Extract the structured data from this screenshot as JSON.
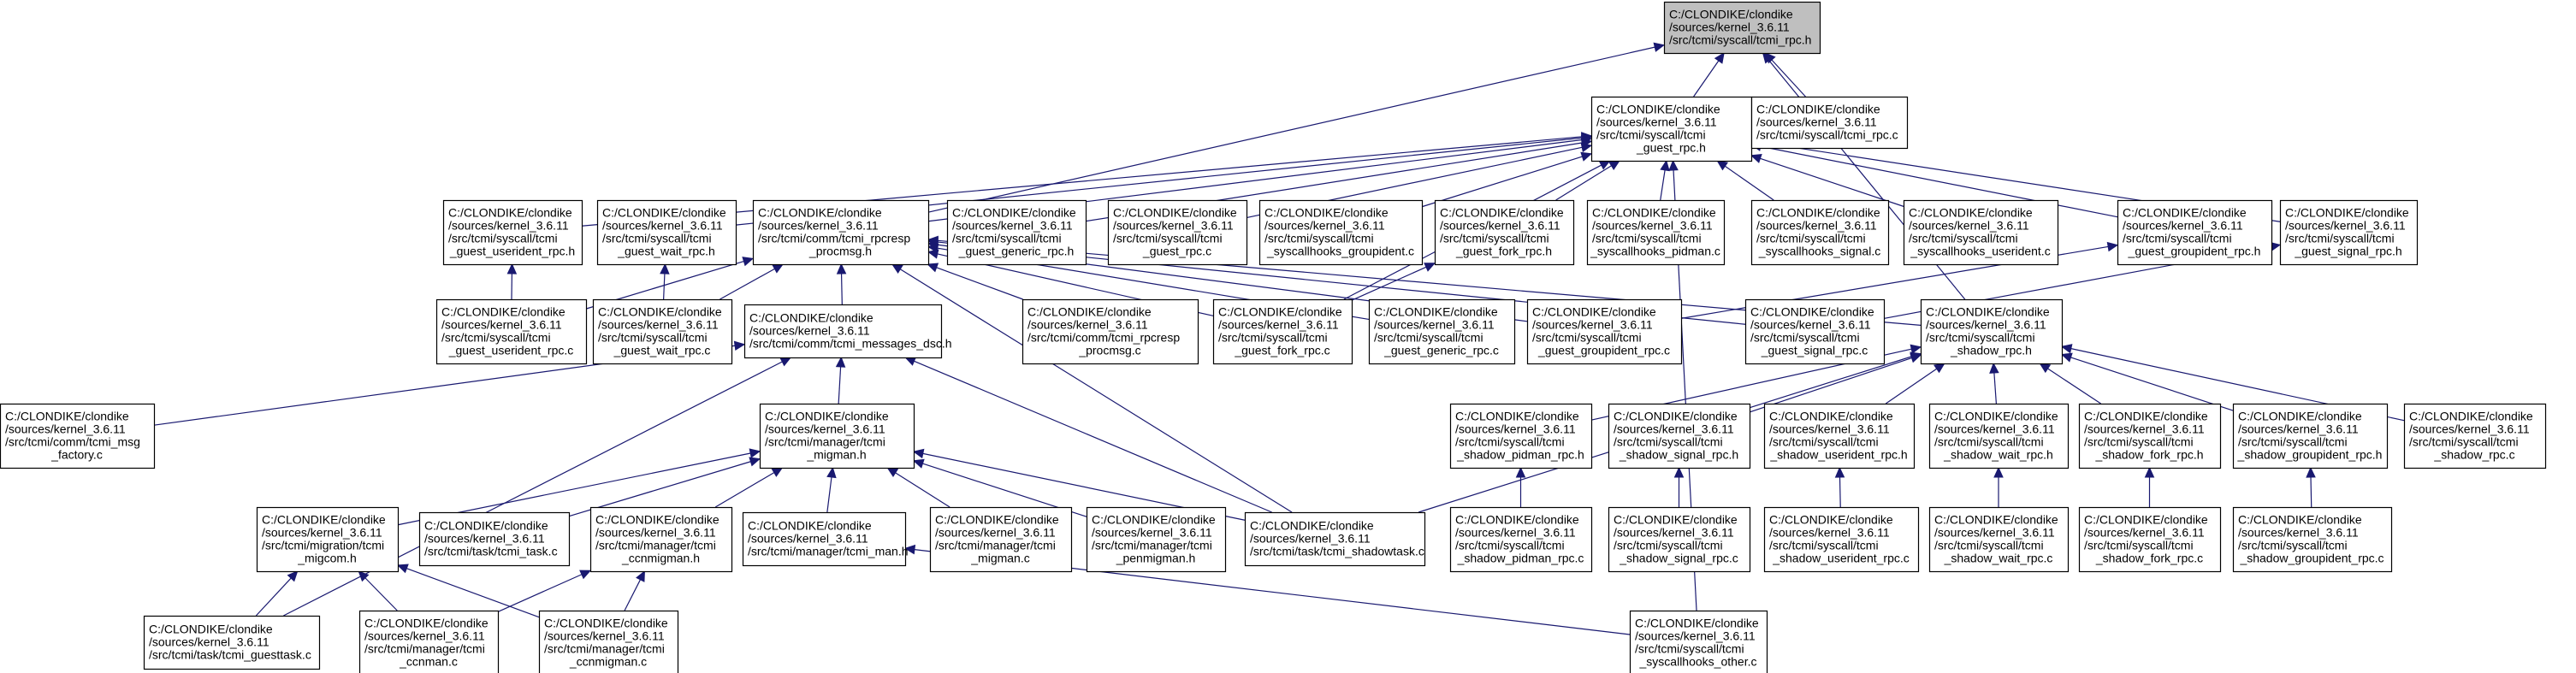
{
  "graph": {
    "colors": {
      "edge": "#191970",
      "root_fill": "#bfbfbf",
      "node_fill": "#ffffff",
      "node_border": "#000000",
      "incomplete_border": "#ff0000"
    },
    "nodes": [
      {
        "id": "root",
        "lines": [
          "C:/CLONDIKE/clondike",
          "/sources/kernel_3.6.11",
          "/src/tcmi/syscall/tcmi_rpc.h"
        ],
        "style": "root"
      },
      {
        "id": "guest_rpc_h",
        "lines": [
          "C:/CLONDIKE/clondike",
          "/sources/kernel_3.6.11",
          "/src/tcmi/syscall/tcmi",
          "_guest_rpc.h"
        ]
      },
      {
        "id": "tcmi_rpc_c",
        "lines": [
          "C:/CLONDIKE/clondike",
          "/sources/kernel_3.6.11",
          "/src/tcmi/syscall/tcmi_rpc.c"
        ]
      },
      {
        "id": "guest_userident_rpc_h",
        "lines": [
          "C:/CLONDIKE/clondike",
          "/sources/kernel_3.6.11",
          "/src/tcmi/syscall/tcmi",
          "_guest_userident_rpc.h"
        ]
      },
      {
        "id": "guest_wait_rpc_h",
        "lines": [
          "C:/CLONDIKE/clondike",
          "/sources/kernel_3.6.11",
          "/src/tcmi/syscall/tcmi",
          "_guest_wait_rpc.h"
        ]
      },
      {
        "id": "rpcresp_procmsg_h",
        "lines": [
          "C:/CLONDIKE/clondike",
          "/sources/kernel_3.6.11",
          "/src/tcmi/comm/tcmi_rpcresp",
          "_procmsg.h"
        ]
      },
      {
        "id": "guest_generic_rpc_h",
        "lines": [
          "C:/CLONDIKE/clondike",
          "/sources/kernel_3.6.11",
          "/src/tcmi/syscall/tcmi",
          "_guest_generic_rpc.h"
        ]
      },
      {
        "id": "guest_rpc_c",
        "lines": [
          "C:/CLONDIKE/clondike",
          "/sources/kernel_3.6.11",
          "/src/tcmi/syscall/tcmi",
          "_guest_rpc.c"
        ]
      },
      {
        "id": "syscallhooks_groupident_c",
        "lines": [
          "C:/CLONDIKE/clondike",
          "/sources/kernel_3.6.11",
          "/src/tcmi/syscall/tcmi",
          "_syscallhooks_groupident.c"
        ]
      },
      {
        "id": "guest_fork_rpc_h",
        "lines": [
          "C:/CLONDIKE/clondike",
          "/sources/kernel_3.6.11",
          "/src/tcmi/syscall/tcmi",
          "_guest_fork_rpc.h"
        ]
      },
      {
        "id": "syscallhooks_pidman_c",
        "lines": [
          "C:/CLONDIKE/clondike",
          "/sources/kernel_3.6.11",
          "/src/tcmi/syscall/tcmi",
          "_syscallhooks_pidman.c"
        ]
      },
      {
        "id": "syscallhooks_signal_c",
        "lines": [
          "C:/CLONDIKE/clondike",
          "/sources/kernel_3.6.11",
          "/src/tcmi/syscall/tcmi",
          "_syscallhooks_signal.c"
        ]
      },
      {
        "id": "syscallhooks_userident_c",
        "lines": [
          "C:/CLONDIKE/clondike",
          "/sources/kernel_3.6.11",
          "/src/tcmi/syscall/tcmi",
          "_syscallhooks_userident.c"
        ]
      },
      {
        "id": "guest_groupident_rpc_h",
        "lines": [
          "C:/CLONDIKE/clondike",
          "/sources/kernel_3.6.11",
          "/src/tcmi/syscall/tcmi",
          "_guest_groupident_rpc.h"
        ]
      },
      {
        "id": "guest_signal_rpc_h",
        "lines": [
          "C:/CLONDIKE/clondike",
          "/sources/kernel_3.6.11",
          "/src/tcmi/syscall/tcmi",
          "_guest_signal_rpc.h"
        ]
      },
      {
        "id": "guest_userident_rpc_c",
        "lines": [
          "C:/CLONDIKE/clondike",
          "/sources/kernel_3.6.11",
          "/src/tcmi/syscall/tcmi",
          "_guest_userident_rpc.c"
        ]
      },
      {
        "id": "guest_wait_rpc_c",
        "lines": [
          "C:/CLONDIKE/clondike",
          "/sources/kernel_3.6.11",
          "/src/tcmi/syscall/tcmi",
          "_guest_wait_rpc.c"
        ]
      },
      {
        "id": "messages_dsc_h",
        "lines": [
          "C:/CLONDIKE/clondike",
          "/sources/kernel_3.6.11",
          "/src/tcmi/comm/tcmi_messages_dsc.h"
        ]
      },
      {
        "id": "rpcresp_procmsg_c",
        "lines": [
          "C:/CLONDIKE/clondike",
          "/sources/kernel_3.6.11",
          "/src/tcmi/comm/tcmi_rpcresp",
          "_procmsg.c"
        ]
      },
      {
        "id": "guest_fork_rpc_c",
        "lines": [
          "C:/CLONDIKE/clondike",
          "/sources/kernel_3.6.11",
          "/src/tcmi/syscall/tcmi",
          "_guest_fork_rpc.c"
        ]
      },
      {
        "id": "guest_generic_rpc_c",
        "lines": [
          "C:/CLONDIKE/clondike",
          "/sources/kernel_3.6.11",
          "/src/tcmi/syscall/tcmi",
          "_guest_generic_rpc.c"
        ]
      },
      {
        "id": "guest_groupident_rpc_c",
        "lines": [
          "C:/CLONDIKE/clondike",
          "/sources/kernel_3.6.11",
          "/src/tcmi/syscall/tcmi",
          "_guest_groupident_rpc.c"
        ]
      },
      {
        "id": "guest_signal_rpc_c",
        "lines": [
          "C:/CLONDIKE/clondike",
          "/sources/kernel_3.6.11",
          "/src/tcmi/syscall/tcmi",
          "_guest_signal_rpc.c"
        ]
      },
      {
        "id": "shadow_rpc_h",
        "lines": [
          "C:/CLONDIKE/clondike",
          "/sources/kernel_3.6.11",
          "/src/tcmi/syscall/tcmi",
          "_shadow_rpc.h"
        ]
      },
      {
        "id": "msg_factory_c",
        "lines": [
          "C:/CLONDIKE/clondike",
          "/sources/kernel_3.6.11",
          "/src/tcmi/comm/tcmi_msg",
          "_factory.c"
        ]
      },
      {
        "id": "migman_h",
        "lines": [
          "C:/CLONDIKE/clondike",
          "/sources/kernel_3.6.11",
          "/src/tcmi/manager/tcmi",
          "_migman.h"
        ]
      },
      {
        "id": "shadow_pidman_rpc_h",
        "lines": [
          "C:/CLONDIKE/clondike",
          "/sources/kernel_3.6.11",
          "/src/tcmi/syscall/tcmi",
          "_shadow_pidman_rpc.h"
        ]
      },
      {
        "id": "shadow_signal_rpc_h",
        "lines": [
          "C:/CLONDIKE/clondike",
          "/sources/kernel_3.6.11",
          "/src/tcmi/syscall/tcmi",
          "_shadow_signal_rpc.h"
        ]
      },
      {
        "id": "shadow_userident_rpc_h",
        "lines": [
          "C:/CLONDIKE/clondike",
          "/sources/kernel_3.6.11",
          "/src/tcmi/syscall/tcmi",
          "_shadow_userident_rpc.h"
        ]
      },
      {
        "id": "shadow_wait_rpc_h",
        "lines": [
          "C:/CLONDIKE/clondike",
          "/sources/kernel_3.6.11",
          "/src/tcmi/syscall/tcmi",
          "_shadow_wait_rpc.h"
        ]
      },
      {
        "id": "shadow_fork_rpc_h",
        "lines": [
          "C:/CLONDIKE/clondike",
          "/sources/kernel_3.6.11",
          "/src/tcmi/syscall/tcmi",
          "_shadow_fork_rpc.h"
        ]
      },
      {
        "id": "shadow_groupident_rpc_h",
        "lines": [
          "C:/CLONDIKE/clondike",
          "/sources/kernel_3.6.11",
          "/src/tcmi/syscall/tcmi",
          "_shadow_groupident_rpc.h"
        ]
      },
      {
        "id": "shadow_rpc_c",
        "lines": [
          "C:/CLONDIKE/clondike",
          "/sources/kernel_3.6.11",
          "/src/tcmi/syscall/tcmi",
          "_shadow_rpc.c"
        ]
      },
      {
        "id": "migcom_h",
        "lines": [
          "C:/CLONDIKE/clondike",
          "/sources/kernel_3.6.11",
          "/src/tcmi/migration/tcmi",
          "_migcom.h"
        ],
        "style": "incomplete"
      },
      {
        "id": "task_c",
        "lines": [
          "C:/CLONDIKE/clondike",
          "/sources/kernel_3.6.11",
          "/src/tcmi/task/tcmi_task.c"
        ]
      },
      {
        "id": "ccnmigman_h",
        "lines": [
          "C:/CLONDIKE/clondike",
          "/sources/kernel_3.6.11",
          "/src/tcmi/manager/tcmi",
          "_ccnmigman.h"
        ],
        "style": "incomplete"
      },
      {
        "id": "man_h",
        "lines": [
          "C:/CLONDIKE/clondike",
          "/sources/kernel_3.6.11",
          "/src/tcmi/manager/tcmi_man.h"
        ],
        "style": "incomplete"
      },
      {
        "id": "migman_c",
        "lines": [
          "C:/CLONDIKE/clondike",
          "/sources/kernel_3.6.11",
          "/src/tcmi/manager/tcmi",
          "_migman.c"
        ]
      },
      {
        "id": "penmigman_h",
        "lines": [
          "C:/CLONDIKE/clondike",
          "/sources/kernel_3.6.11",
          "/src/tcmi/manager/tcmi",
          "_penmigman.h"
        ],
        "style": "incomplete"
      },
      {
        "id": "shadowtask_c",
        "lines": [
          "C:/CLONDIKE/clondike",
          "/sources/kernel_3.6.11",
          "/src/tcmi/task/tcmi_shadowtask.c"
        ]
      },
      {
        "id": "shadow_pidman_rpc_c",
        "lines": [
          "C:/CLONDIKE/clondike",
          "/sources/kernel_3.6.11",
          "/src/tcmi/syscall/tcmi",
          "_shadow_pidman_rpc.c"
        ]
      },
      {
        "id": "shadow_signal_rpc_c",
        "lines": [
          "C:/CLONDIKE/clondike",
          "/sources/kernel_3.6.11",
          "/src/tcmi/syscall/tcmi",
          "_shadow_signal_rpc.c"
        ]
      },
      {
        "id": "shadow_userident_rpc_c",
        "lines": [
          "C:/CLONDIKE/clondike",
          "/sources/kernel_3.6.11",
          "/src/tcmi/syscall/tcmi",
          "_shadow_userident_rpc.c"
        ]
      },
      {
        "id": "shadow_wait_rpc_c",
        "lines": [
          "C:/CLONDIKE/clondike",
          "/sources/kernel_3.6.11",
          "/src/tcmi/syscall/tcmi",
          "_shadow_wait_rpc.c"
        ]
      },
      {
        "id": "shadow_fork_rpc_c",
        "lines": [
          "C:/CLONDIKE/clondike",
          "/sources/kernel_3.6.11",
          "/src/tcmi/syscall/tcmi",
          "_shadow_fork_rpc.c"
        ]
      },
      {
        "id": "shadow_groupident_rpc_c",
        "lines": [
          "C:/CLONDIKE/clondike",
          "/sources/kernel_3.6.11",
          "/src/tcmi/syscall/tcmi",
          "_shadow_groupident_rpc.c"
        ]
      },
      {
        "id": "guesttask_c",
        "lines": [
          "C:/CLONDIKE/clondike",
          "/sources/kernel_3.6.11",
          "/src/tcmi/task/tcmi_guesttask.c"
        ]
      },
      {
        "id": "ccnman_c",
        "lines": [
          "C:/CLONDIKE/clondike",
          "/sources/kernel_3.6.11",
          "/src/tcmi/manager/tcmi",
          "_ccnman.c"
        ]
      },
      {
        "id": "ccnmigman_c",
        "lines": [
          "C:/CLONDIKE/clondike",
          "/sources/kernel_3.6.11",
          "/src/tcmi/manager/tcmi",
          "_ccnmigman.c"
        ]
      },
      {
        "id": "syscallhooks_other_c",
        "lines": [
          "C:/CLONDIKE/clondike",
          "/sources/kernel_3.6.11",
          "/src/tcmi/syscall/tcmi",
          "_syscallhooks_other.c"
        ]
      }
    ],
    "edges": [
      [
        "guest_rpc_h",
        "root"
      ],
      [
        "tcmi_rpc_c",
        "root"
      ],
      [
        "rpcresp_procmsg_h",
        "root"
      ],
      [
        "shadow_rpc_h",
        "root"
      ],
      [
        "guest_userident_rpc_h",
        "guest_rpc_h"
      ],
      [
        "guest_wait_rpc_h",
        "guest_rpc_h"
      ],
      [
        "rpcresp_procmsg_h",
        "guest_rpc_h"
      ],
      [
        "guest_generic_rpc_h",
        "guest_rpc_h"
      ],
      [
        "guest_rpc_c",
        "guest_rpc_h"
      ],
      [
        "syscallhooks_groupident_c",
        "guest_rpc_h"
      ],
      [
        "guest_fork_rpc_h",
        "guest_rpc_h"
      ],
      [
        "syscallhooks_pidman_c",
        "guest_rpc_h"
      ],
      [
        "syscallhooks_signal_c",
        "guest_rpc_h"
      ],
      [
        "syscallhooks_userident_c",
        "guest_rpc_h"
      ],
      [
        "guest_groupident_rpc_h",
        "guest_rpc_h"
      ],
      [
        "guest_signal_rpc_h",
        "guest_rpc_h"
      ],
      [
        "guest_fork_rpc_c",
        "guest_rpc_h"
      ],
      [
        "syscallhooks_other_c",
        "guest_rpc_h"
      ],
      [
        "guest_userident_rpc_c",
        "guest_userident_rpc_h"
      ],
      [
        "guest_wait_rpc_c",
        "guest_wait_rpc_h"
      ],
      [
        "guest_userident_rpc_c",
        "rpcresp_procmsg_h"
      ],
      [
        "guest_wait_rpc_c",
        "rpcresp_procmsg_h"
      ],
      [
        "messages_dsc_h",
        "rpcresp_procmsg_h"
      ],
      [
        "rpcresp_procmsg_c",
        "rpcresp_procmsg_h"
      ],
      [
        "guest_fork_rpc_c",
        "rpcresp_procmsg_h"
      ],
      [
        "guest_generic_rpc_c",
        "rpcresp_procmsg_h"
      ],
      [
        "guest_groupident_rpc_c",
        "rpcresp_procmsg_h"
      ],
      [
        "guest_signal_rpc_c",
        "rpcresp_procmsg_h"
      ],
      [
        "shadow_rpc_h",
        "rpcresp_procmsg_h"
      ],
      [
        "shadowtask_c",
        "rpcresp_procmsg_h"
      ],
      [
        "guest_fork_rpc_c",
        "guest_fork_rpc_h"
      ],
      [
        "guest_groupident_rpc_c",
        "guest_groupident_rpc_h"
      ],
      [
        "guest_signal_rpc_c",
        "guest_signal_rpc_h"
      ],
      [
        "msg_factory_c",
        "messages_dsc_h"
      ],
      [
        "migman_h",
        "messages_dsc_h"
      ],
      [
        "guesttask_c",
        "messages_dsc_h"
      ],
      [
        "shadowtask_c",
        "messages_dsc_h"
      ],
      [
        "shadow_pidman_rpc_h",
        "shadow_rpc_h"
      ],
      [
        "shadow_signal_rpc_h",
        "shadow_rpc_h"
      ],
      [
        "shadow_userident_rpc_h",
        "shadow_rpc_h"
      ],
      [
        "shadow_wait_rpc_h",
        "shadow_rpc_h"
      ],
      [
        "shadow_fork_rpc_h",
        "shadow_rpc_h"
      ],
      [
        "shadow_groupident_rpc_h",
        "shadow_rpc_h"
      ],
      [
        "shadow_rpc_c",
        "shadow_rpc_h"
      ],
      [
        "shadowtask_c",
        "shadow_rpc_h"
      ],
      [
        "shadow_pidman_rpc_c",
        "shadow_pidman_rpc_h"
      ],
      [
        "shadow_signal_rpc_c",
        "shadow_signal_rpc_h"
      ],
      [
        "shadow_userident_rpc_c",
        "shadow_userident_rpc_h"
      ],
      [
        "shadow_wait_rpc_c",
        "shadow_wait_rpc_h"
      ],
      [
        "shadow_fork_rpc_c",
        "shadow_fork_rpc_h"
      ],
      [
        "shadow_groupident_rpc_c",
        "shadow_groupident_rpc_h"
      ],
      [
        "migcom_h",
        "migman_h"
      ],
      [
        "task_c",
        "migman_h"
      ],
      [
        "ccnmigman_h",
        "migman_h"
      ],
      [
        "man_h",
        "migman_h"
      ],
      [
        "migman_c",
        "migman_h"
      ],
      [
        "penmigman_h",
        "migman_h"
      ],
      [
        "shadowtask_c",
        "migman_h"
      ],
      [
        "guesttask_c",
        "migcom_h"
      ],
      [
        "ccnman_c",
        "migcom_h"
      ],
      [
        "ccnmigman_c",
        "migcom_h"
      ],
      [
        "ccnman_c",
        "ccnmigman_h"
      ],
      [
        "ccnmigman_c",
        "ccnmigman_h"
      ],
      [
        "syscallhooks_other_c",
        "man_h"
      ]
    ]
  }
}
